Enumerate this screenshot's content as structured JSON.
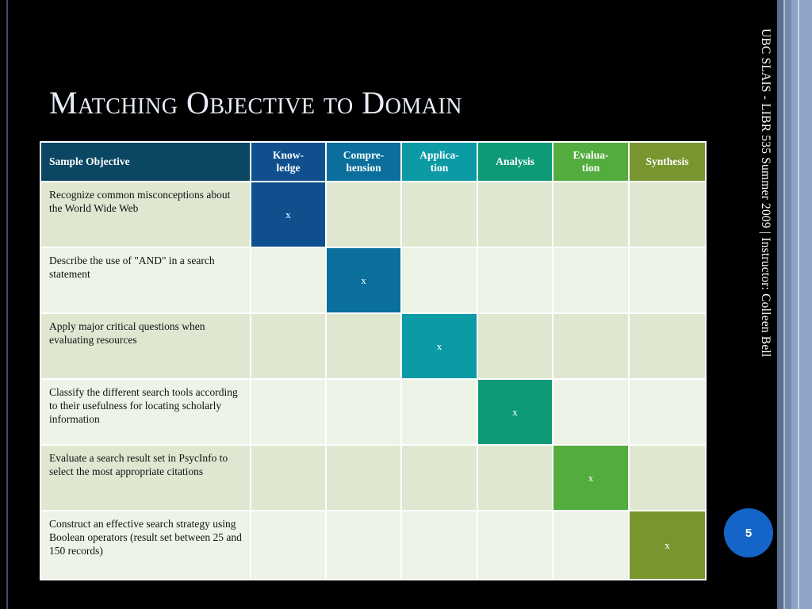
{
  "slide": {
    "title": "Matching Objective to Domain",
    "side_text": "UBC SLAIS - LIBR 535 Summer 2009 | Instructor: Colleen Bell",
    "page_number": "5"
  },
  "table": {
    "header": {
      "objective": "Sample Objective",
      "domains": [
        {
          "label": "Know-\nledge",
          "color": "#0f4f8e"
        },
        {
          "label": "Compre-\nhension",
          "color": "#0a6f9c"
        },
        {
          "label": "Applica-\ntion",
          "color": "#0c9aa5"
        },
        {
          "label": "Analysis",
          "color": "#0f9a77"
        },
        {
          "label": "Evalua-\ntion",
          "color": "#52ac3e"
        },
        {
          "label": "Synthesis",
          "color": "#77962f"
        }
      ]
    },
    "rows": [
      {
        "objective": "Recognize common misconceptions about the World Wide Web",
        "marks": [
          "x",
          "",
          "",
          "",
          "",
          ""
        ]
      },
      {
        "objective": "Describe the use of \"AND\" in a search statement",
        "marks": [
          "",
          "x",
          "",
          "",
          "",
          ""
        ]
      },
      {
        "objective": "Apply major critical questions when evaluating resources",
        "marks": [
          "",
          "",
          "x",
          "",
          "",
          ""
        ]
      },
      {
        "objective": "Classify the different search tools according to their usefulness for locating scholarly information",
        "marks": [
          "",
          "",
          "",
          "x",
          "",
          ""
        ]
      },
      {
        "objective": "Evaluate a search result set in PsycInfo to select the most appropriate citations",
        "marks": [
          "",
          "",
          "",
          "",
          "x",
          ""
        ]
      },
      {
        "objective": "Construct an effective search strategy using Boolean operators (result set between 25 and 150 records)",
        "marks": [
          "",
          "",
          "",
          "",
          "",
          "x"
        ]
      }
    ]
  }
}
